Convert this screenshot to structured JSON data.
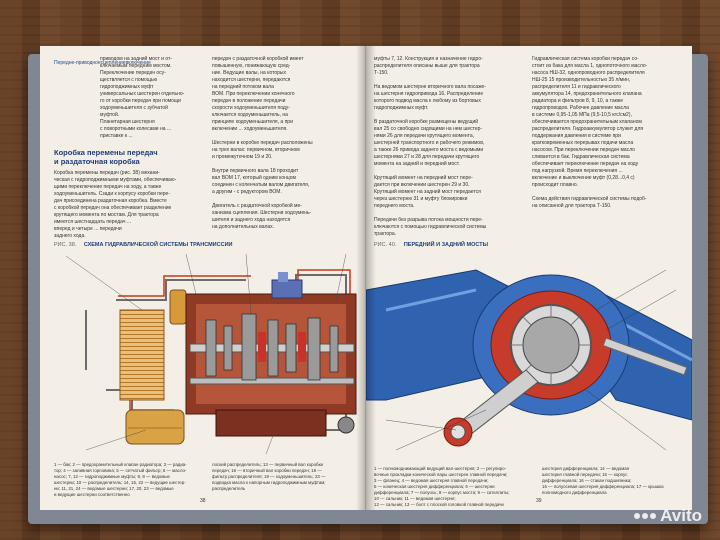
{
  "left_page": {
    "margin_notes": [
      "Передне-",
      "приводное",
      "сцепление",
      "включение"
    ],
    "intro_lines": [
      "приводом на задний мост и от-",
      "ключаемым передним мостом.",
      "Переключение передач осу-",
      "ществляется с помощью",
      "гидроподжимных муфт",
      "универсальных шестерен отдельно-",
      "го от коробки передач при помощи",
      "ходоуменьшителя с зубчатой",
      "муфтой.",
      "Планетарная шестерня",
      "с поворотными колесами на ...",
      "приставке к ..."
    ],
    "right_col_lines": [
      "передач с раздаточной коробкой имеет",
      "повышенную, понижающую сред-",
      "ние. Ведущие валы, на которых",
      "находится шестерни, передаются",
      "на передний потоком вала",
      "ВОМ. При переключении конечного",
      "передач в положение передачи",
      "скорости ходоуменьшителя поду-",
      "ключается ходоуменьшитель, на",
      "принципе ходоуменьшителя, а при",
      "включении ... ходоуменьшителя.",
      "",
      "Шестерни в коробке передач расположены",
      "на трех валах: первичном, вторичном",
      "и промежуточном 19 и 20.",
      "",
      "Внутри первичного вала 18 проходит",
      "вал ВОМ 17, который одним концом",
      "соединен с коленчатым валом двигателя,",
      "а другим - с редуктором ВОМ.",
      "",
      "Двигатель с раздаточной коробкой ме-",
      "ханизма сцепления. Шестерни ходоумень-",
      "шителя и заднего хода находятся",
      "на дополнительных валах."
    ],
    "heading_lines": [
      "Коробка перемены передач",
      "и раздаточная коробка"
    ],
    "body_lines": [
      "Коробка перемены передач (рис. 38) механи-",
      "ческая с гидроподжимными муфтами, обеспечиваю-",
      "щими переключение передач на ходу, а также",
      "ходоуменьшитель. Сзади к корпусу коробки пере-",
      "дач присоединена раздаточная коробка. Вместе",
      "с коробкой передач она обеспечивает разделение",
      "крутящего момента по мостам. Для трактора",
      "имеется шестнадцать передач ...",
      "вперед и четыре ... передачи",
      "заднего хода."
    ],
    "figure_caption": {
      "label": "РИС. 38.",
      "title": "СХЕМА ГИДРАВЛИЧЕСКОЙ СИСТЕМЫ ТРАНСМИССИИ"
    },
    "legend_lines": [
      "1 — бак; 2 — предохранительный клапан радиатора; 3 — радиа-",
      "тор; 4 — заливная горловина; 5 — сетчатый фильтр; 6 — масло-",
      "насос; 7, 12 — гидроподжимные муфты; 9, 8 — ведомые",
      "шестерни; 10 — распределитель; 14, 15, 22 — ведущие шестер-",
      "ни; 11, 21, 24 — ведомые шестерни; 17, 20, 23 — ведомые",
      "и ведущие шестерни соответственно"
    ],
    "legend_lines_b": [
      "лоский распределитель; 13 — первичный вал коробки",
      "передач; 16 — вторичный вал коробки передач; 18 —",
      "фильтр распределителя; 19 — ходоуменьшитель; 23 —",
      "подводка масла к напорным гидроподжимным муфтам;",
      "распределитель"
    ],
    "page_number": "38"
  },
  "right_page": {
    "col1_lines": [
      "муфты 7, 12. Конструкция и назначение гидро-",
      "распределителя описаны выше для трактора",
      "Т-150.",
      "",
      "На ведомом шестерне вторичного вала посаже-",
      "на шестерня гидропривода 16. Распределение",
      "которого подвод масла к любому из бортовых",
      "гидроподжимных муфт.",
      "",
      "В раздаточной коробке размещены ведущий",
      "вал 25 со свободно сидящими на нем шестер-",
      "нями 26 для передачи крутящего момента,",
      "шестерней транспортного и рабочего режимов,",
      "а также 26 привода заднего моста с ведомыми",
      "шестернями 27 и 28 для передачи крутящего",
      "момента на задний и передний мост.",
      "",
      "Крутящий момент на передний мост пере-",
      "дается при включении шестерен 29 и 30.",
      "Крутящий момент на задний мост передается",
      "через шестерню 31 и муфту блокировки",
      "переднего моста.",
      "",
      "Передачи без разрыва потока мощности пере-",
      "ключаются с помощью гидравлической системы",
      "трактора."
    ],
    "col2_lines": [
      "Гидравлическая система коробки передач со-",
      "стоит из бака для масла 1, однопоточного масло-",
      "насоса НШ-32, однопроводного распределителя",
      "НШ-25 15 производительностью 35 л/мин,",
      "распределителя 11 и гидравлического",
      "аккумулятора 14, предохранительного клапана",
      "радиатора и фильтров 8, 9, 10, а также",
      "гидропроводов. Рабочее давление масла",
      "в системе 0,95-1,05 МПа (9,5-10,5 кгс/см2),",
      "обеспечивается предохранительным клапаном",
      "распределителя. Гидроаккумулятор служит для",
      "поддержания давления в системе при",
      "кратковременных перерывах подачи масла",
      "насосом. При переключении передач масло",
      "сливается в бак. Гидравлическая система",
      "обеспечивает переключение передач на ходу",
      "под нагрузкой. Время переключения ...",
      "включение и выключение муфт (0,28...0,4 с)",
      "происходит плавно.",
      "",
      "Схема действия гидравлической системы подоб-",
      "на описанной для трактора Т-150."
    ],
    "figure_caption": {
      "label": "РИС. 40.",
      "title": "ПЕРЕДНИЙ И ЗАДНИЙ МОСТЫ"
    },
    "legend_lines": [
      "1 — полномоднимающий ведущий вал-шестерня; 2 — регулиро-",
      "вочные прокладки конической пары шестерен главной передачи;",
      "3 — фланец; 4 — ведомая шестерня главной передачи;",
      "5 — коническая шестерня дифференциала; 6 — шестерни",
      "дифференциала; 7 — полуось; 8 — корпус моста; 9 — сателлиты;",
      "10 — сальник; 11 — ведомая шестерня;",
      "12 — сальник; 13 — болт с плоской головкой главной передачи"
    ],
    "legend_lines_b": [
      "шестерня дифференциала; 14 — ведомая",
      "шестерня главной передачи; 15 — корпус",
      "дифференциала; 16 — стакан подшипника;",
      "16 — полуосевая шестерня дифференциала; 17 — крышка",
      "полномодного дифференциала"
    ],
    "page_number": "39"
  },
  "watermark": {
    "text": "Avito"
  }
}
